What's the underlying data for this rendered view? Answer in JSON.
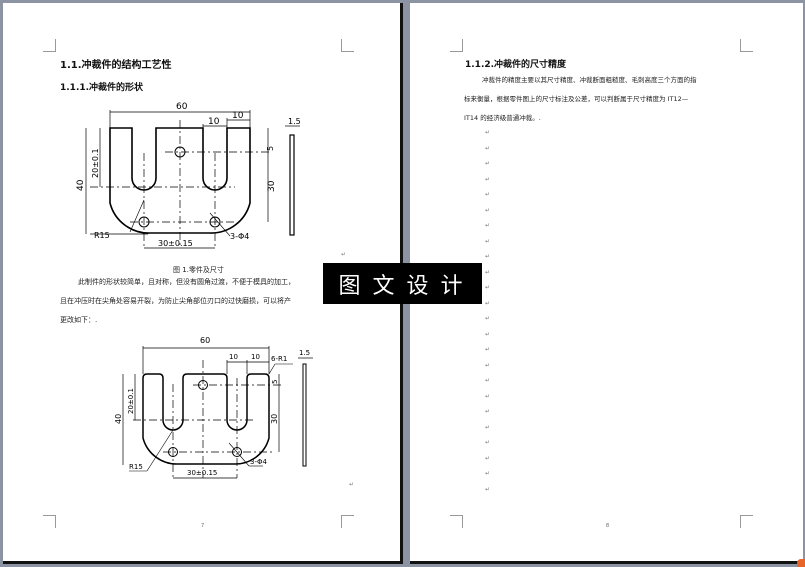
{
  "pages": [
    {
      "page_number": "7",
      "heading1": "1.1.冲裁件的结构工艺性",
      "heading2": "1.1.1.冲裁件的形状",
      "figure1": {
        "caption": "图 1.零件及尺寸",
        "dims": {
          "width": "60",
          "slot_width": "10",
          "slot_offset": "10",
          "thickness": "1.5",
          "top_hole": "5",
          "height_total": "40",
          "slot_depth": "20±0.1",
          "right_height": "30",
          "radius": "R15",
          "hole_spacing": "30±0.15",
          "holes": "3-Φ4"
        }
      },
      "paragraph": [
        "此制件的形状较简单，且对称，但没有圆角过渡，不便于模具的加工，",
        "且在冲压时在尖角处容易开裂，为防止尖角部位刃口的过快磨损，可以将产",
        "更改如下：."
      ],
      "figure2": {
        "dims": {
          "width": "60",
          "slot_width": "10",
          "slot_offset": "10",
          "corner_radius": "6-R1",
          "thickness": "1.5",
          "top_hole": "5",
          "height_total": "40",
          "slot_depth": "20±0.1",
          "right_height": "30",
          "radius": "R15",
          "hole_spacing": "30±0.15",
          "holes": "3-Φ4"
        }
      }
    },
    {
      "page_number": "8",
      "heading2": "1.1.2.冲裁件的尺寸精度",
      "paragraph": [
        "冲裁件的精度主要以其尺寸精度、冲裁断面粗糙度、毛刺高度三个方面的指",
        "标来衡量，根据零件图上的尺寸标注及公差，可以判断属于尺寸精度为 IT12—",
        "IT14 的经济级普通冲裁。."
      ],
      "empty_paragraph_marks": 24
    }
  ],
  "watermark": "图文设计",
  "colors": {
    "background": "#8c94a4",
    "page": "#ffffff",
    "watermark_bg": "#000000",
    "accent_dot": "#e8652a"
  }
}
